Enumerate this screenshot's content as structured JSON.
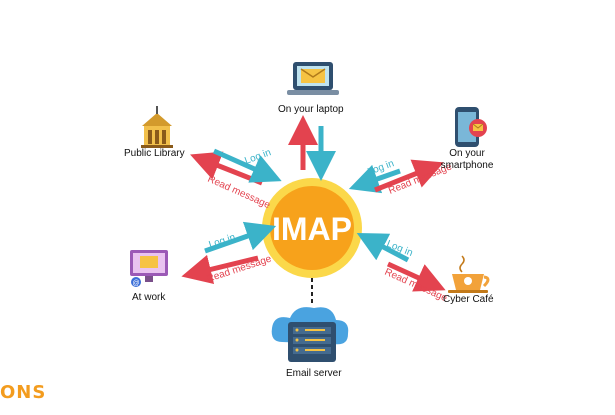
{
  "hub": {
    "label": "IMAP"
  },
  "arrow_labels": {
    "log_in": "Log in",
    "read_message": "Read message"
  },
  "nodes": {
    "laptop": "On your laptop",
    "library": "Public Library",
    "smartphone_line1": "On your",
    "smartphone_line2": "smartphone",
    "work": "At work",
    "cafe": "Cyber Café",
    "server": "Email server"
  },
  "brand": {
    "partial_logo_text": "ONS"
  },
  "colors": {
    "hub_outer": "#fbd84a",
    "hub_inner": "#f7a21b",
    "login_arrow": "#3bb3c9",
    "read_arrow": "#e3434f"
  }
}
